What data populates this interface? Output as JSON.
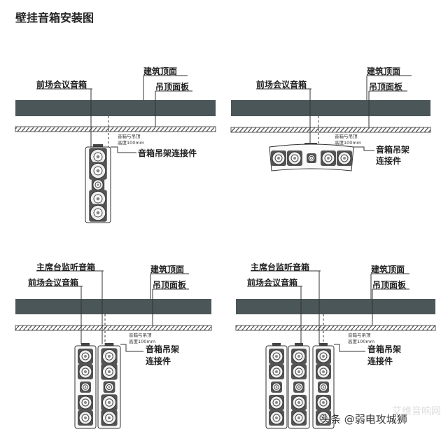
{
  "title": "壁挂音箱安装图",
  "labels": {
    "building_ceiling": "建筑顶面",
    "ceiling_panel": "吊顶面板",
    "front_speaker": "前场会议音箱",
    "podium_monitor": "主席台监听音箱",
    "bracket_connector": "音箱吊架连接件",
    "bracket_line1": "音箱吊架",
    "bracket_line2": "连接件",
    "height_line1": "音箱与吊顶",
    "height_line2": "高度100mm"
  },
  "watermark": {
    "faint": "艾维音响网",
    "credit": "头条 @弱电攻城狮"
  },
  "colors": {
    "slab": "#4b5658",
    "hatch": "#555555",
    "line": "#333333"
  }
}
